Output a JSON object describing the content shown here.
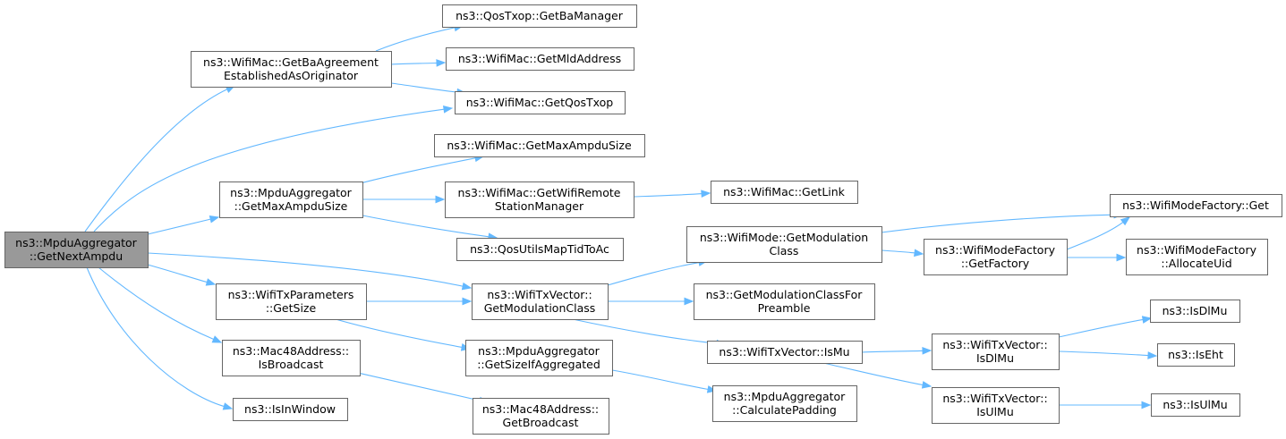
{
  "graph": {
    "edge_color": "#63b8ff",
    "node_border_color": "#666666",
    "root_fill_color": "#999999",
    "nodes": [
      {
        "id": "n0",
        "lines": [
          "ns3::MpduAggregator",
          "::GetNextAmpdu"
        ],
        "root": true
      },
      {
        "id": "n1",
        "lines": [
          "ns3::WifiMac::GetBaAgreement",
          "EstablishedAsOriginator"
        ]
      },
      {
        "id": "n2",
        "lines": [
          "ns3::WifiMac::GetQosTxop"
        ]
      },
      {
        "id": "n3",
        "lines": [
          "ns3::MpduAggregator",
          "::GetMaxAmpduSize"
        ]
      },
      {
        "id": "n4",
        "lines": [
          "ns3::WifiTxVector::",
          "GetModulationClass"
        ]
      },
      {
        "id": "n5",
        "lines": [
          "ns3::WifiTxParameters",
          "::GetSize"
        ]
      },
      {
        "id": "n6",
        "lines": [
          "ns3::Mac48Address::",
          "IsBroadcast"
        ]
      },
      {
        "id": "n7",
        "lines": [
          "ns3::IsInWindow"
        ]
      },
      {
        "id": "n8",
        "lines": [
          "ns3::QosTxop::GetBaManager"
        ]
      },
      {
        "id": "n9",
        "lines": [
          "ns3::WifiMac::GetMldAddress"
        ]
      },
      {
        "id": "n10",
        "lines": [
          "ns3::WifiMac::GetMaxAmpduSize"
        ]
      },
      {
        "id": "n11",
        "lines": [
          "ns3::WifiMac::GetWifiRemote",
          "StationManager"
        ]
      },
      {
        "id": "n12",
        "lines": [
          "ns3::QosUtilsMapTidToAc"
        ]
      },
      {
        "id": "n13",
        "lines": [
          "ns3::WifiMac::GetLink"
        ]
      },
      {
        "id": "n14",
        "lines": [
          "ns3::WifiMode::GetModulation",
          "Class"
        ]
      },
      {
        "id": "n15",
        "lines": [
          "ns3::GetModulationClassFor",
          "Preamble"
        ]
      },
      {
        "id": "n16",
        "lines": [
          "ns3::WifiTxVector::IsMu"
        ]
      },
      {
        "id": "n17",
        "lines": [
          "ns3::MpduAggregator",
          "::GetSizeIfAggregated"
        ]
      },
      {
        "id": "n18",
        "lines": [
          "ns3::Mac48Address::",
          "GetBroadcast"
        ]
      },
      {
        "id": "n19",
        "lines": [
          "ns3::MpduAggregator",
          "::CalculatePadding"
        ]
      },
      {
        "id": "n20",
        "lines": [
          "ns3::WifiModeFactory::Get"
        ]
      },
      {
        "id": "n21",
        "lines": [
          "ns3::WifiModeFactory",
          "::GetFactory"
        ]
      },
      {
        "id": "n22",
        "lines": [
          "ns3::WifiModeFactory",
          "::AllocateUid"
        ]
      },
      {
        "id": "n23",
        "lines": [
          "ns3::WifiTxVector::",
          "IsDlMu"
        ]
      },
      {
        "id": "n24",
        "lines": [
          "ns3::WifiTxVector::",
          "IsUlMu"
        ]
      },
      {
        "id": "n25",
        "lines": [
          "ns3::IsDlMu"
        ]
      },
      {
        "id": "n26",
        "lines": [
          "ns3::IsEht"
        ]
      },
      {
        "id": "n27",
        "lines": [
          "ns3::IsUlMu"
        ]
      }
    ],
    "edges": [
      [
        "n0",
        "n1"
      ],
      [
        "n0",
        "n2"
      ],
      [
        "n0",
        "n3"
      ],
      [
        "n0",
        "n4"
      ],
      [
        "n0",
        "n5"
      ],
      [
        "n0",
        "n6"
      ],
      [
        "n0",
        "n7"
      ],
      [
        "n1",
        "n8"
      ],
      [
        "n1",
        "n9"
      ],
      [
        "n1",
        "n2"
      ],
      [
        "n3",
        "n10"
      ],
      [
        "n3",
        "n11"
      ],
      [
        "n3",
        "n12"
      ],
      [
        "n11",
        "n13"
      ],
      [
        "n4",
        "n14"
      ],
      [
        "n4",
        "n15"
      ],
      [
        "n4",
        "n16"
      ],
      [
        "n5",
        "n4"
      ],
      [
        "n5",
        "n17"
      ],
      [
        "n6",
        "n18"
      ],
      [
        "n17",
        "n19"
      ],
      [
        "n14",
        "n20"
      ],
      [
        "n14",
        "n21"
      ],
      [
        "n21",
        "n20"
      ],
      [
        "n21",
        "n22"
      ],
      [
        "n16",
        "n23"
      ],
      [
        "n16",
        "n24"
      ],
      [
        "n23",
        "n25"
      ],
      [
        "n23",
        "n26"
      ],
      [
        "n24",
        "n27"
      ]
    ]
  }
}
